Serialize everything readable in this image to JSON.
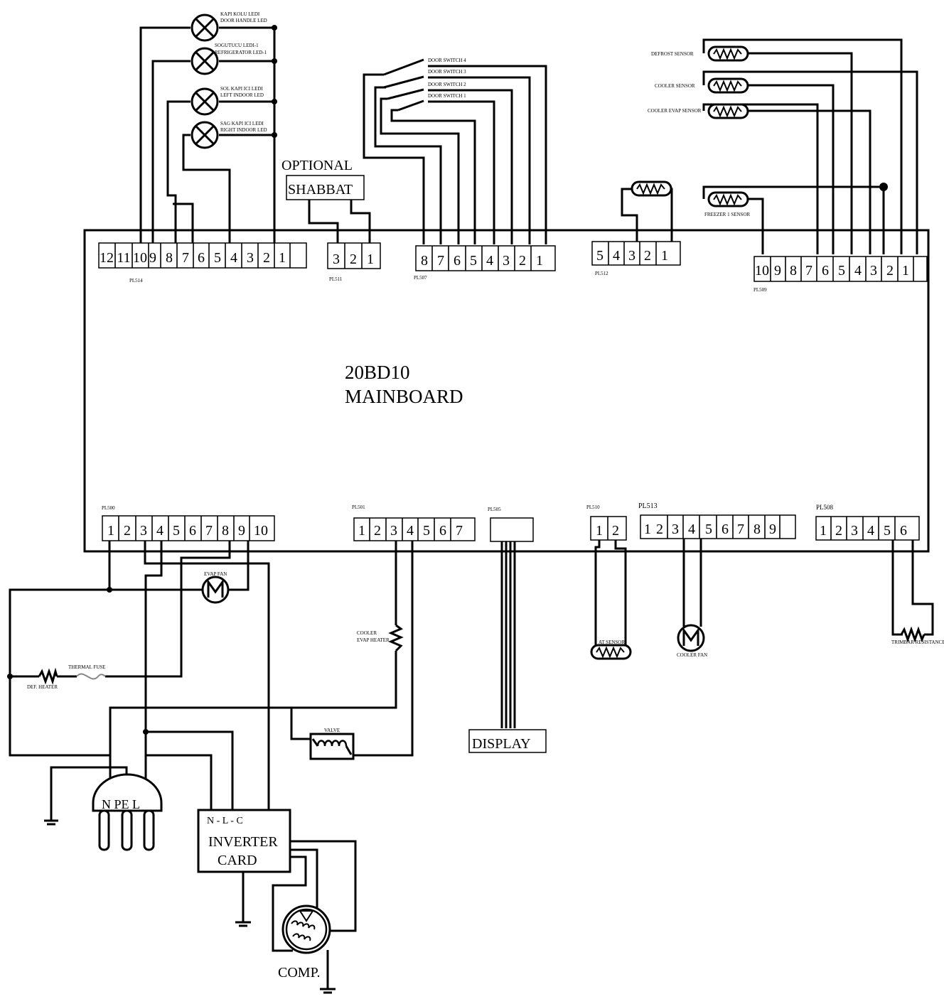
{
  "board": {
    "name": "20BD10",
    "subtitle": "MAINBOARD"
  },
  "connectors": {
    "pl514": {
      "label": "PL514",
      "pins": [
        "12",
        "11",
        "10",
        "9",
        "8",
        "7",
        "6",
        "5",
        "4",
        "3",
        "2",
        "1",
        ""
      ]
    },
    "pl511": {
      "label": "PL511",
      "pins": [
        "3",
        "2",
        "1"
      ]
    },
    "pl507": {
      "label": "PL507",
      "pins": [
        "8",
        "7",
        "6",
        "5",
        "4",
        "3",
        "2",
        "1"
      ]
    },
    "pl512": {
      "label": "PL512",
      "pins": [
        "5",
        "4",
        "3",
        "2",
        "1"
      ]
    },
    "pl509": {
      "label": "PL509",
      "pins": [
        "10",
        "9",
        "8",
        "7",
        "6",
        "5",
        "4",
        "3",
        "2",
        "1",
        ""
      ]
    },
    "pl500": {
      "label": "PL500",
      "pins": [
        "1",
        "2",
        "3",
        "4",
        "5",
        "6",
        "7",
        "8",
        "9",
        "10"
      ]
    },
    "pl501": {
      "label": "PL501",
      "pins": [
        "1",
        "2",
        "3",
        "4",
        "5",
        "6",
        "7"
      ]
    },
    "pl505": {
      "label": "PL505"
    },
    "pl510": {
      "label": "PL510",
      "pins": [
        "1",
        "2"
      ]
    },
    "pl513": {
      "label": "PL513",
      "pins": [
        "1",
        "2",
        "3",
        "4",
        "5",
        "6",
        "7",
        "8",
        "9",
        ""
      ]
    },
    "pl508": {
      "label": "PL508",
      "pins": [
        "1",
        "2",
        "3",
        "4",
        "5",
        "6"
      ]
    }
  },
  "leds": [
    {
      "line1": "KAPI KOLU LEDI",
      "line2": "DOOR HANDLE LED"
    },
    {
      "line1": "SOGUTUCU LEDI-1",
      "line2": "REFRIGERATOR LED-1"
    },
    {
      "line1": "SOL KAPI ICI LEDI",
      "line2": "LEFT INDOOR LED"
    },
    {
      "line1": "SAG KAPI ICI LEDI",
      "line2": "RIGHT INDOOR LED"
    }
  ],
  "door_switches": [
    "DOOR SWITCH 4",
    "DOOR SWITCH 3",
    "DOOR SWITCH 2",
    "DOOR SWITCH 1"
  ],
  "sensors": {
    "defrost": "DEFROST SENSOR",
    "cooler": "COOLER SENSOR",
    "cooler_evap": "COOLER EVAP SENSOR",
    "freezer": "FREEZER 1 SENSOR",
    "at": "AT SENSOR"
  },
  "optional_label": "OPTIONAL",
  "shabbat_label": "SHABBAT",
  "evap_fan": "EVAP FAN",
  "thermal_fuse": "THERMAL FUSE",
  "def_heater": "DEF. HEATER",
  "cooler_evap_heater": {
    "line1": "COOLER",
    "line2": "EVAP HEATER"
  },
  "valve": "VALVE",
  "display": "DISPLAY",
  "cooler_fan": "COOLER FAN",
  "trimbar": "TRIMBAR RESISTANCE",
  "plug": "N PE L",
  "inverter": {
    "terminals": "N - L - C",
    "line1": "INVERTER",
    "line2": "CARD"
  },
  "comp": "COMP."
}
